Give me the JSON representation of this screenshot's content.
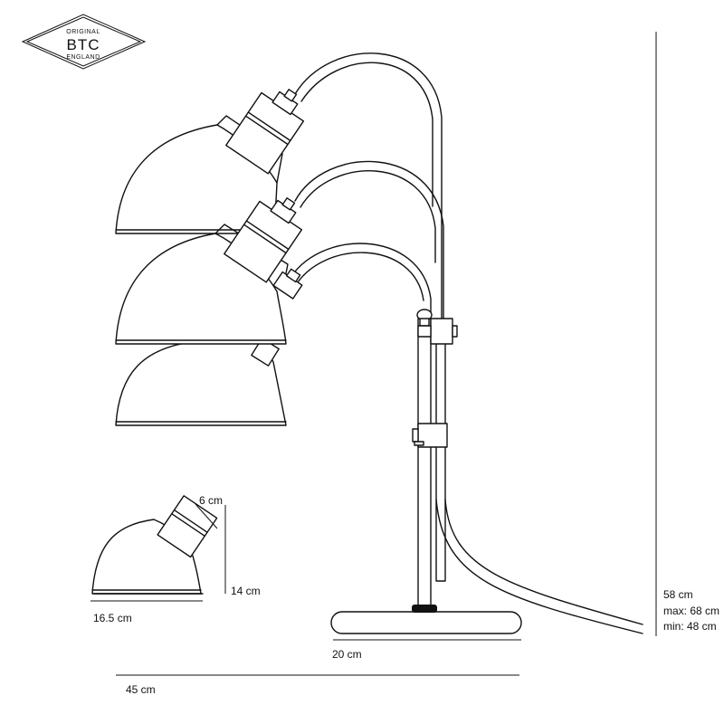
{
  "logo": {
    "top": "ORIGINAL",
    "brand": "BTC",
    "bottom": "ENGLAND"
  },
  "dimensions": {
    "socket_width": "6 cm",
    "shade_height": "14 cm",
    "shade_diameter": "16.5 cm",
    "base_diameter": "20 cm",
    "total_width": "45 cm",
    "height": "58 cm",
    "height_max": "max: 68 cm",
    "height_min": "min:  48 cm"
  },
  "colors": {
    "line": "#111111",
    "background": "#ffffff"
  }
}
